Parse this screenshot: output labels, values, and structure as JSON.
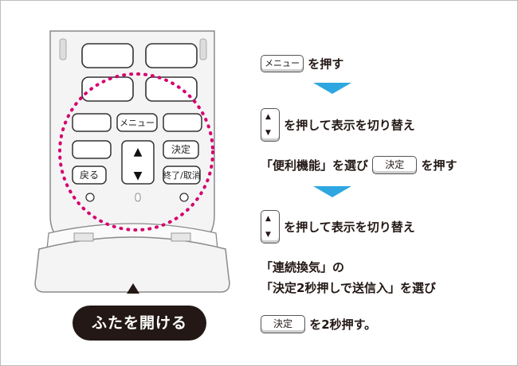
{
  "remote": {
    "menu_label": "メニュー",
    "ok_label": "決定",
    "back_label": "戻る",
    "end_cancel_label": "終了/取消",
    "up_glyph": "▲",
    "down_glyph": "▼",
    "open_lid_label": "ふたを開ける"
  },
  "steps": {
    "step1_key": "メニュー",
    "step1_text": "を押す",
    "step2_up": "▲",
    "step2_down": "▼",
    "step2_text": "を押して表示を切り替え",
    "step3_text_a": "「便利機能」を選び",
    "step3_key": "決定",
    "step3_text_b": "を押す",
    "step4_up": "▲",
    "step4_down": "▼",
    "step4_text": "を押して表示を切り替え",
    "step5_line1": "「連続換気」の",
    "step5_line2": "「決定2秒押しで送信入」を選び",
    "step6_key": "決定",
    "step6_text": "を2秒押す。"
  },
  "colors": {
    "arrow": "#2ea7e0",
    "highlight_circle": "#d6006f",
    "pill_bg": "#231815"
  }
}
